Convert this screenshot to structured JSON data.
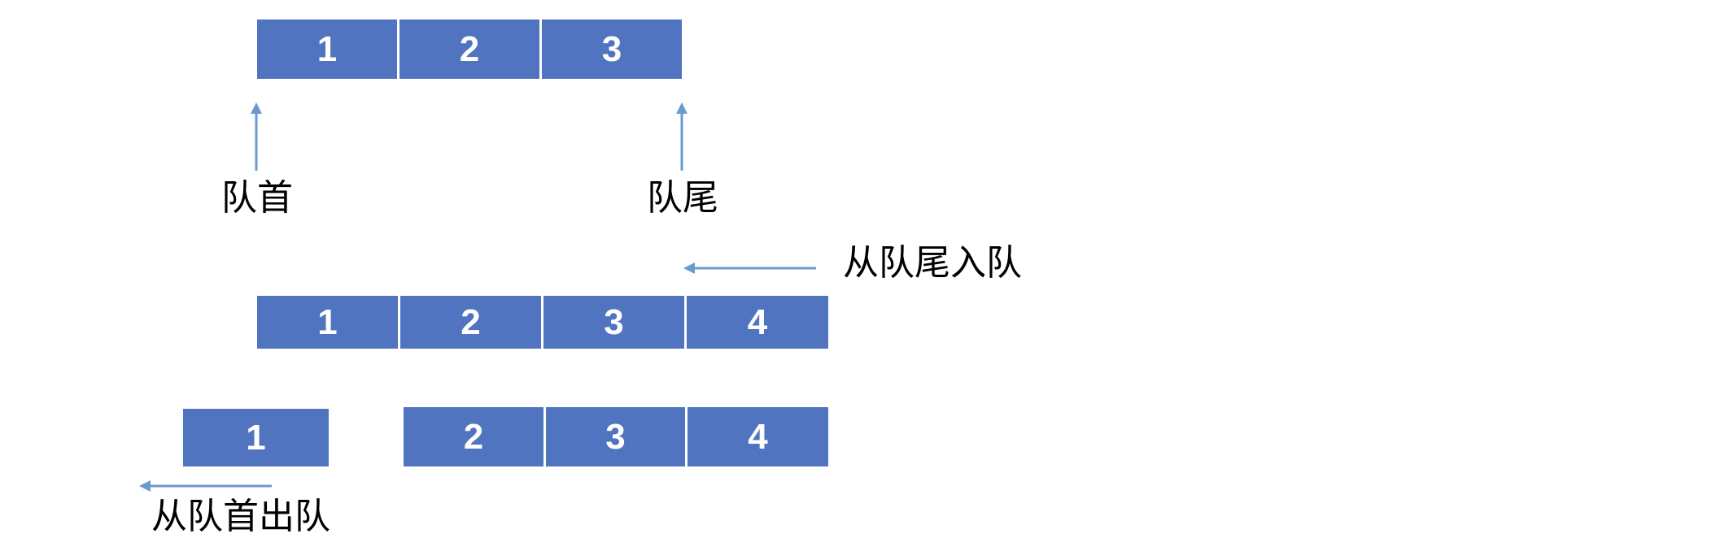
{
  "colors": {
    "cell_fill": "#5174c0",
    "cell_text": "#ffffff",
    "arrow": "#6a9bd0",
    "text": "#000000"
  },
  "row1": {
    "cells": [
      "1",
      "2",
      "3"
    ]
  },
  "labels": {
    "head": "队首",
    "tail": "队尾",
    "enqueue": "从队尾入队",
    "dequeue": "从队首出队"
  },
  "row2": {
    "cells": [
      "1",
      "2",
      "3",
      "4"
    ]
  },
  "row3": {
    "removed": "1",
    "cells": [
      "2",
      "3",
      "4"
    ]
  },
  "icons": [
    "arrow-up-icon",
    "arrow-left-icon"
  ]
}
